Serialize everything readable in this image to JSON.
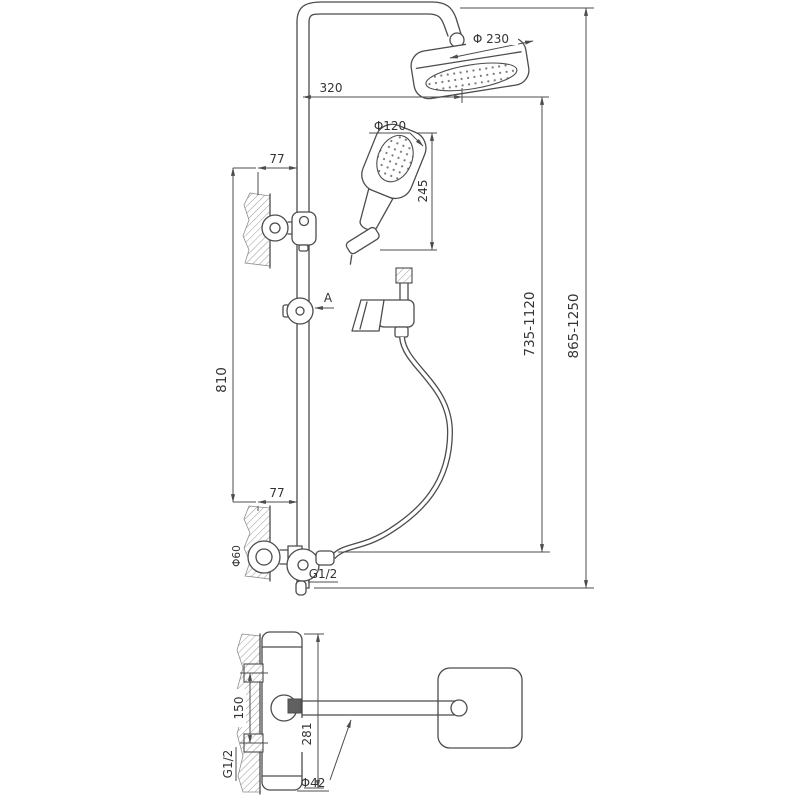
{
  "drawing": {
    "background": "#ffffff",
    "line_color": "#4c4c4c",
    "text_color": "#333333"
  },
  "front_view": {
    "head_diameter": "Φ 230",
    "arm_projection": "320",
    "handshower_diameter": "Φ120",
    "handshower_length": "245",
    "top_bracket_offset": "77",
    "section_marker": "A",
    "rail_length": "810",
    "bottom_bracket_offset": "77",
    "height_min_max": "735-1120",
    "overall_height_min_max": "865-1250",
    "escutcheon_diameter": "Φ60",
    "outlet_thread": "G1/2"
  },
  "mixer_view": {
    "inlet_spacing": "150",
    "body_length": "281",
    "inlet_thread": "G1/2",
    "spout_diameter": "Φ42"
  }
}
